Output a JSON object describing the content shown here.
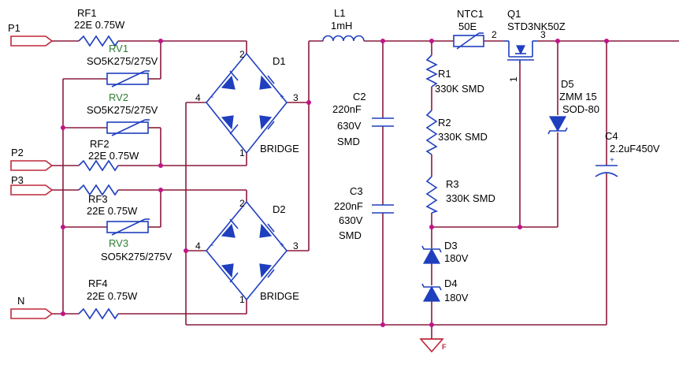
{
  "ports": {
    "p1": "P1",
    "p2": "P2",
    "p3": "P3",
    "n": "N"
  },
  "components": {
    "rf1": {
      "ref": "RF1",
      "value": "22E 0.75W"
    },
    "rf2": {
      "ref": "RF2",
      "value": "22E 0.75W"
    },
    "rf3": {
      "ref": "RF3",
      "value": "22E 0.75W"
    },
    "rf4": {
      "ref": "RF4",
      "value": "22E 0.75W"
    },
    "rv1": {
      "ref": "RV1",
      "value": "SO5K275/275V"
    },
    "rv2": {
      "ref": "RV2",
      "value": "SO5K275/275V"
    },
    "rv3": {
      "ref": "RV3",
      "value": "SO5K275/275V"
    },
    "d1": {
      "ref": "D1",
      "value": "BRIDGE",
      "pins": [
        "2",
        "4",
        "3",
        "1"
      ],
      "polarity": [
        "-",
        "+"
      ]
    },
    "d2": {
      "ref": "D2",
      "value": "BRIDGE",
      "pins": [
        "2",
        "4",
        "3",
        "1"
      ],
      "polarity": [
        "-",
        "+"
      ]
    },
    "l1": {
      "ref": "L1",
      "value": "1mH"
    },
    "c2": {
      "ref": "C2",
      "value1": "220nF",
      "value2": "630V",
      "value3": "SMD"
    },
    "c3": {
      "ref": "C3",
      "value1": "220nF",
      "value2": "630V",
      "value3": "SMD"
    },
    "r1": {
      "ref": "R1",
      "value": "330K SMD"
    },
    "r2": {
      "ref": "R2",
      "value": "330K SMD"
    },
    "r3": {
      "ref": "R3",
      "value": "330K SMD"
    },
    "ntc1": {
      "ref": "NTC1",
      "value": "50E"
    },
    "q1": {
      "ref": "Q1",
      "value": "STD3NK50Z",
      "pins": [
        "2",
        "3",
        "1"
      ]
    },
    "d5": {
      "ref": "D5",
      "value1": "ZMM 15",
      "value2": "SOD-80"
    },
    "d3": {
      "ref": "D3",
      "value": "180V"
    },
    "d4": {
      "ref": "D4",
      "value": "180V"
    },
    "c4": {
      "ref": "C4",
      "value": "2.2uF450V",
      "polarity": "+"
    },
    "gnd": {
      "label": "F"
    }
  },
  "colors": {
    "wire": "#8b1a3b",
    "component": "#1f3fbf",
    "port": "#c0283a",
    "junction": "#c0148a",
    "varistor_label": "#2e7d32"
  }
}
